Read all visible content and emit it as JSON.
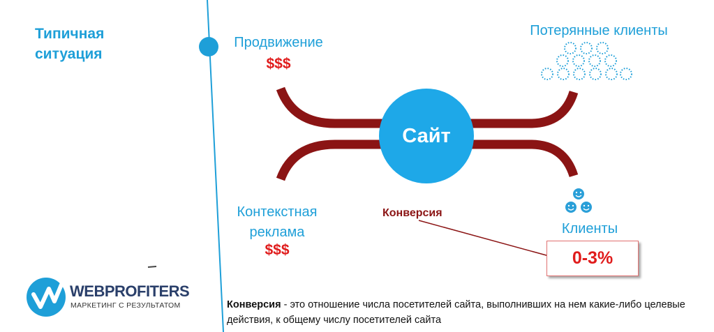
{
  "slide": {
    "title_line1": "Типичная",
    "title_line2": "ситуация"
  },
  "nodes": {
    "promotion": {
      "label": "Продвижение",
      "cost": "$$$"
    },
    "context_ads": {
      "label_line1": "Контекстная",
      "label_line2": "реклама",
      "cost": "$$$"
    },
    "site": {
      "label": "Сайт"
    },
    "lost_clients": {
      "label": "Потерянные клиенты"
    },
    "clients": {
      "label": "Клиенты"
    }
  },
  "conversion": {
    "label": "Конверсия",
    "rate": "0-3%"
  },
  "definition": {
    "term": "Конверсия",
    "text": " - это отношение числа посетителей сайта, выполнивших на нем какие-либо целевые действия, к общему числу посетителей сайта"
  },
  "logo": {
    "brand": "WEBPROFITERS",
    "tagline": "МАРКЕТИНГ С РЕЗУЛЬТАТОМ"
  },
  "colors": {
    "accent_blue": "#1e9fd8",
    "pipe_red": "#8b1414",
    "money_red": "#e01c1c"
  }
}
